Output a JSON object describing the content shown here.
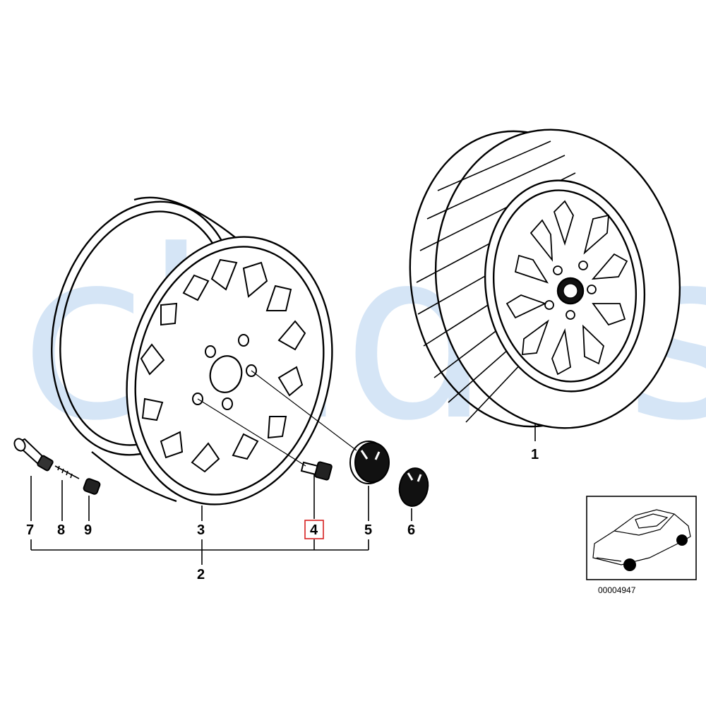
{
  "watermark_text": "clades",
  "callouts": {
    "c1": "1",
    "c2": "2",
    "c3": "3",
    "c4": "4",
    "c5": "5",
    "c6": "6",
    "c7": "7",
    "c8": "8",
    "c9": "9"
  },
  "highlight_color": "#d62020",
  "watermark_color": "#c7ddf3",
  "inset_reference": "00004947"
}
